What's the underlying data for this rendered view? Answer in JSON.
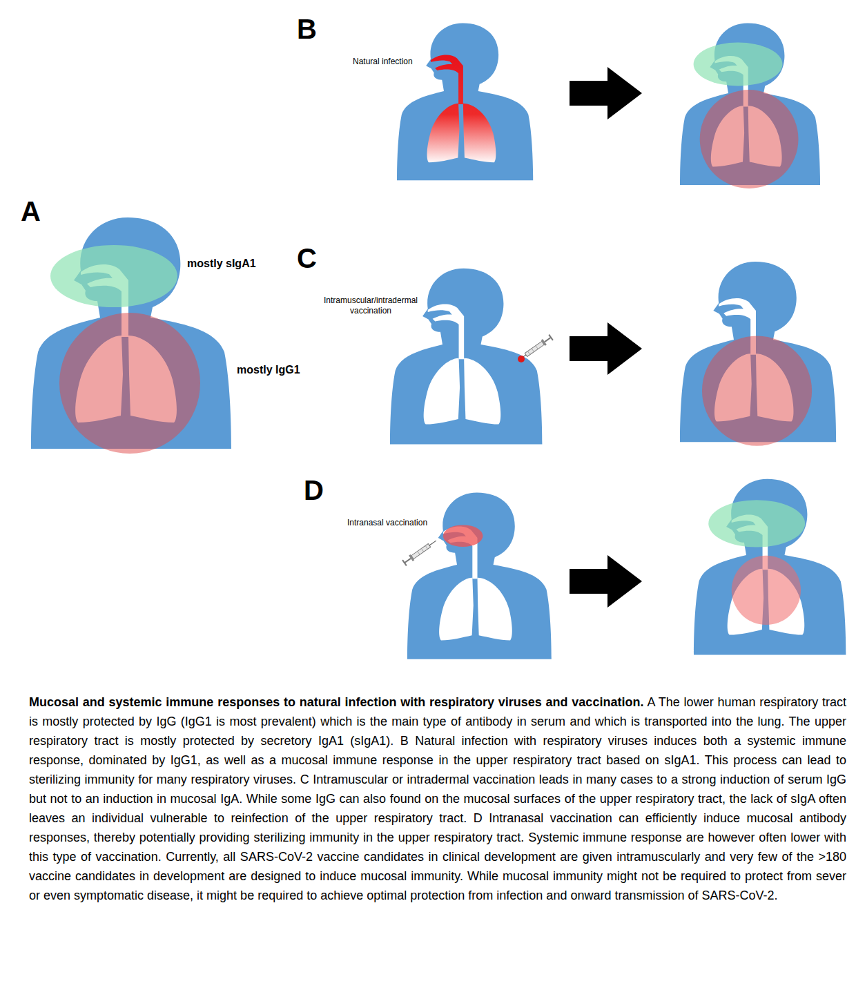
{
  "diagram": {
    "title": "Mucosal and systemic immune responses to natural infection with respiratory viruses and vaccination.",
    "caption": "A The lower human respiratory tract is mostly protected by IgG (IgG1 is most prevalent) which is the main type of antibody in serum and which is transported into the lung. The upper respiratory tract is mostly protected by secretory IgA1 (sIgA1). B Natural infection with respiratory viruses induces both a systemic immune response, dominated by IgG1, as well as a mucosal immune response in the upper respiratory tract based on sIgA1. This process can lead to sterilizing immunity for many respiratory viruses. C Intramuscular or intradermal vaccination leads in many cases to a strong induction of serum IgG but not to an induction in mucosal IgA. While some IgG can also found on the mucosal surfaces of the upper respiratory tract, the lack of sIgA often leaves an individual vulnerable to reinfection of the upper respiratory tract. D Intranasal vaccination can efficiently induce mucosal antibody responses, thereby potentially providing sterilizing immunity in the upper respiratory tract. Systemic immune response are however often lower with this type of vaccination. Currently, all SARS-CoV-2 vaccine candidates in clinical development are given intramuscularly and very few of the >180 vaccine candidates in development are designed to induce mucosal immunity. While mucosal immunity might not be required to protect from sever or even symptomatic disease, it might be required to achieve optimal protection from infection and onward transmission of SARS-CoV-2.",
    "labels": [
      "A",
      "mostly sIgA1",
      "mostly IgG1",
      "B",
      "Natural infection",
      "C",
      "Intramuscular/intradermal vaccination",
      "D",
      "Intranasal vaccination"
    ]
  }
}
